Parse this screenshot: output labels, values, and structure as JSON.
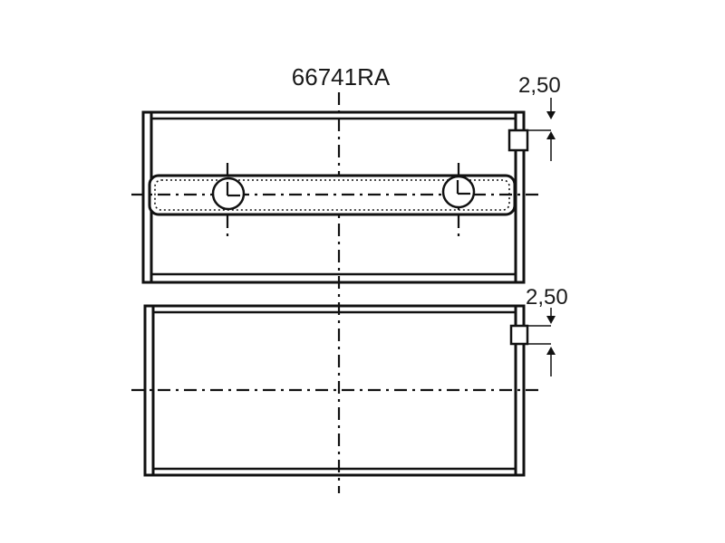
{
  "drawing": {
    "part_number": "66741RA",
    "upper_shell": {
      "dimension_label": "2,50"
    },
    "lower_shell": {
      "dimension_label": "2,50"
    }
  }
}
